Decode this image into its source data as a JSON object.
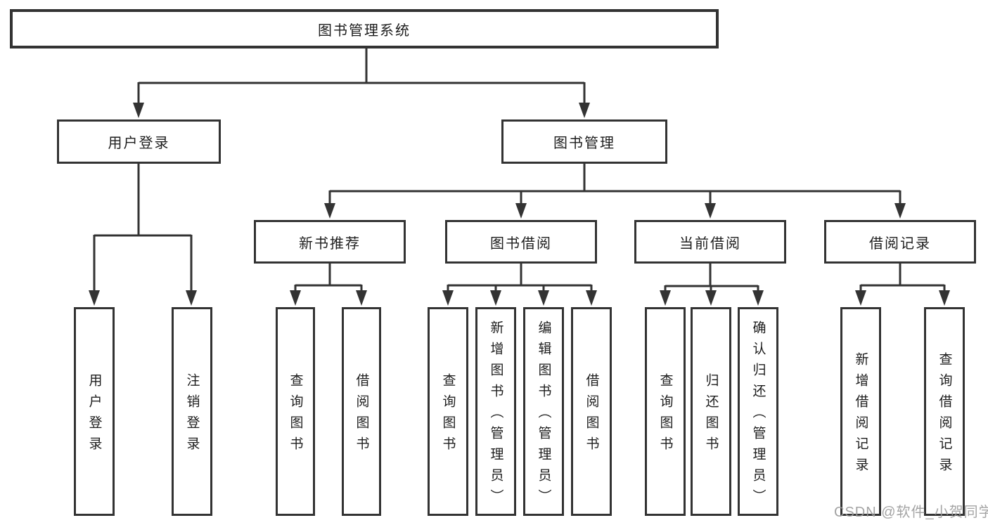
{
  "colors": {
    "line": "#333333",
    "text": "#1d1d1d",
    "background": "#ffffff",
    "watermark": "#9b9b9b"
  },
  "watermark": "CSDN @软件_小贺同学",
  "tree": {
    "label": "图书管理系统",
    "children": [
      {
        "label": "用户登录",
        "children": [
          {
            "label": "用户登录"
          },
          {
            "label": "注销登录"
          }
        ]
      },
      {
        "label": "图书管理",
        "children": [
          {
            "label": "新书推荐",
            "children": [
              {
                "label": "查询图书"
              },
              {
                "label": "借阅图书"
              }
            ]
          },
          {
            "label": "图书借阅",
            "children": [
              {
                "label": "查询图书"
              },
              {
                "label": "新增图书（管理员）"
              },
              {
                "label": "编辑图书（管理员）"
              },
              {
                "label": "借阅图书"
              }
            ]
          },
          {
            "label": "当前借阅",
            "children": [
              {
                "label": "查询图书"
              },
              {
                "label": "归还图书"
              },
              {
                "label": "确认归还（管理员）"
              }
            ]
          },
          {
            "label": "借阅记录",
            "children": [
              {
                "label": "新增借阅记录"
              },
              {
                "label": "查询借阅记录"
              }
            ]
          }
        ]
      }
    ]
  }
}
